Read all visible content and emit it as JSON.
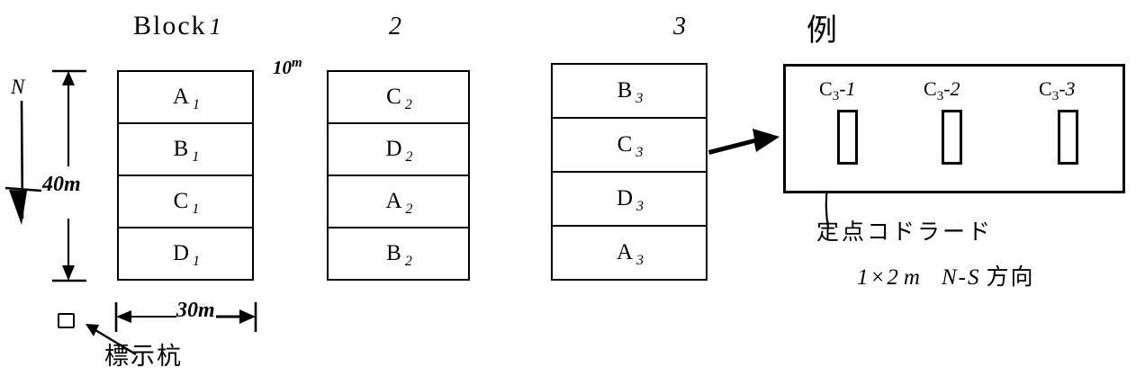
{
  "figure": {
    "compass": {
      "label": "N",
      "direction": "down"
    },
    "dimensions": {
      "height_label": "40",
      "height_unit": "m",
      "width_label": "30",
      "width_unit": "m",
      "row_label": "10",
      "row_unit": "m"
    },
    "stake": {
      "label": "標示杭",
      "icon": "small-square"
    },
    "blocks": [
      {
        "title": "Block",
        "number": "1",
        "rows": [
          {
            "letter": "A",
            "sub": "1"
          },
          {
            "letter": "B",
            "sub": "1"
          },
          {
            "letter": "C",
            "sub": "1"
          },
          {
            "letter": "D",
            "sub": "1"
          }
        ]
      },
      {
        "title": "",
        "number": "2",
        "rows": [
          {
            "letter": "C",
            "sub": "2"
          },
          {
            "letter": "D",
            "sub": "2"
          },
          {
            "letter": "A",
            "sub": "2"
          },
          {
            "letter": "B",
            "sub": "2"
          }
        ]
      },
      {
        "title": "",
        "number": "3",
        "rows": [
          {
            "letter": "B",
            "sub": "3"
          },
          {
            "letter": "C",
            "sub": "3"
          },
          {
            "letter": "D",
            "sub": "3"
          },
          {
            "letter": "A",
            "sub": "3"
          }
        ]
      }
    ],
    "detail": {
      "title": "例",
      "quadrats": [
        {
          "base": "C",
          "sub": "3",
          "index": "1",
          "sep": "-"
        },
        {
          "base": "C",
          "sub": "3",
          "index": "2",
          "sep": "-"
        },
        {
          "base": "C",
          "sub": "3",
          "index": "3",
          "sep": "-"
        }
      ],
      "caption_line1": "定点コドラード",
      "caption_line2_size": "1×2",
      "caption_line2_unit": "m",
      "caption_line2_dir": "N-S",
      "caption_line2_jp": "方向"
    },
    "colors": {
      "ink": "#000000",
      "paper": "#ffffff"
    }
  }
}
